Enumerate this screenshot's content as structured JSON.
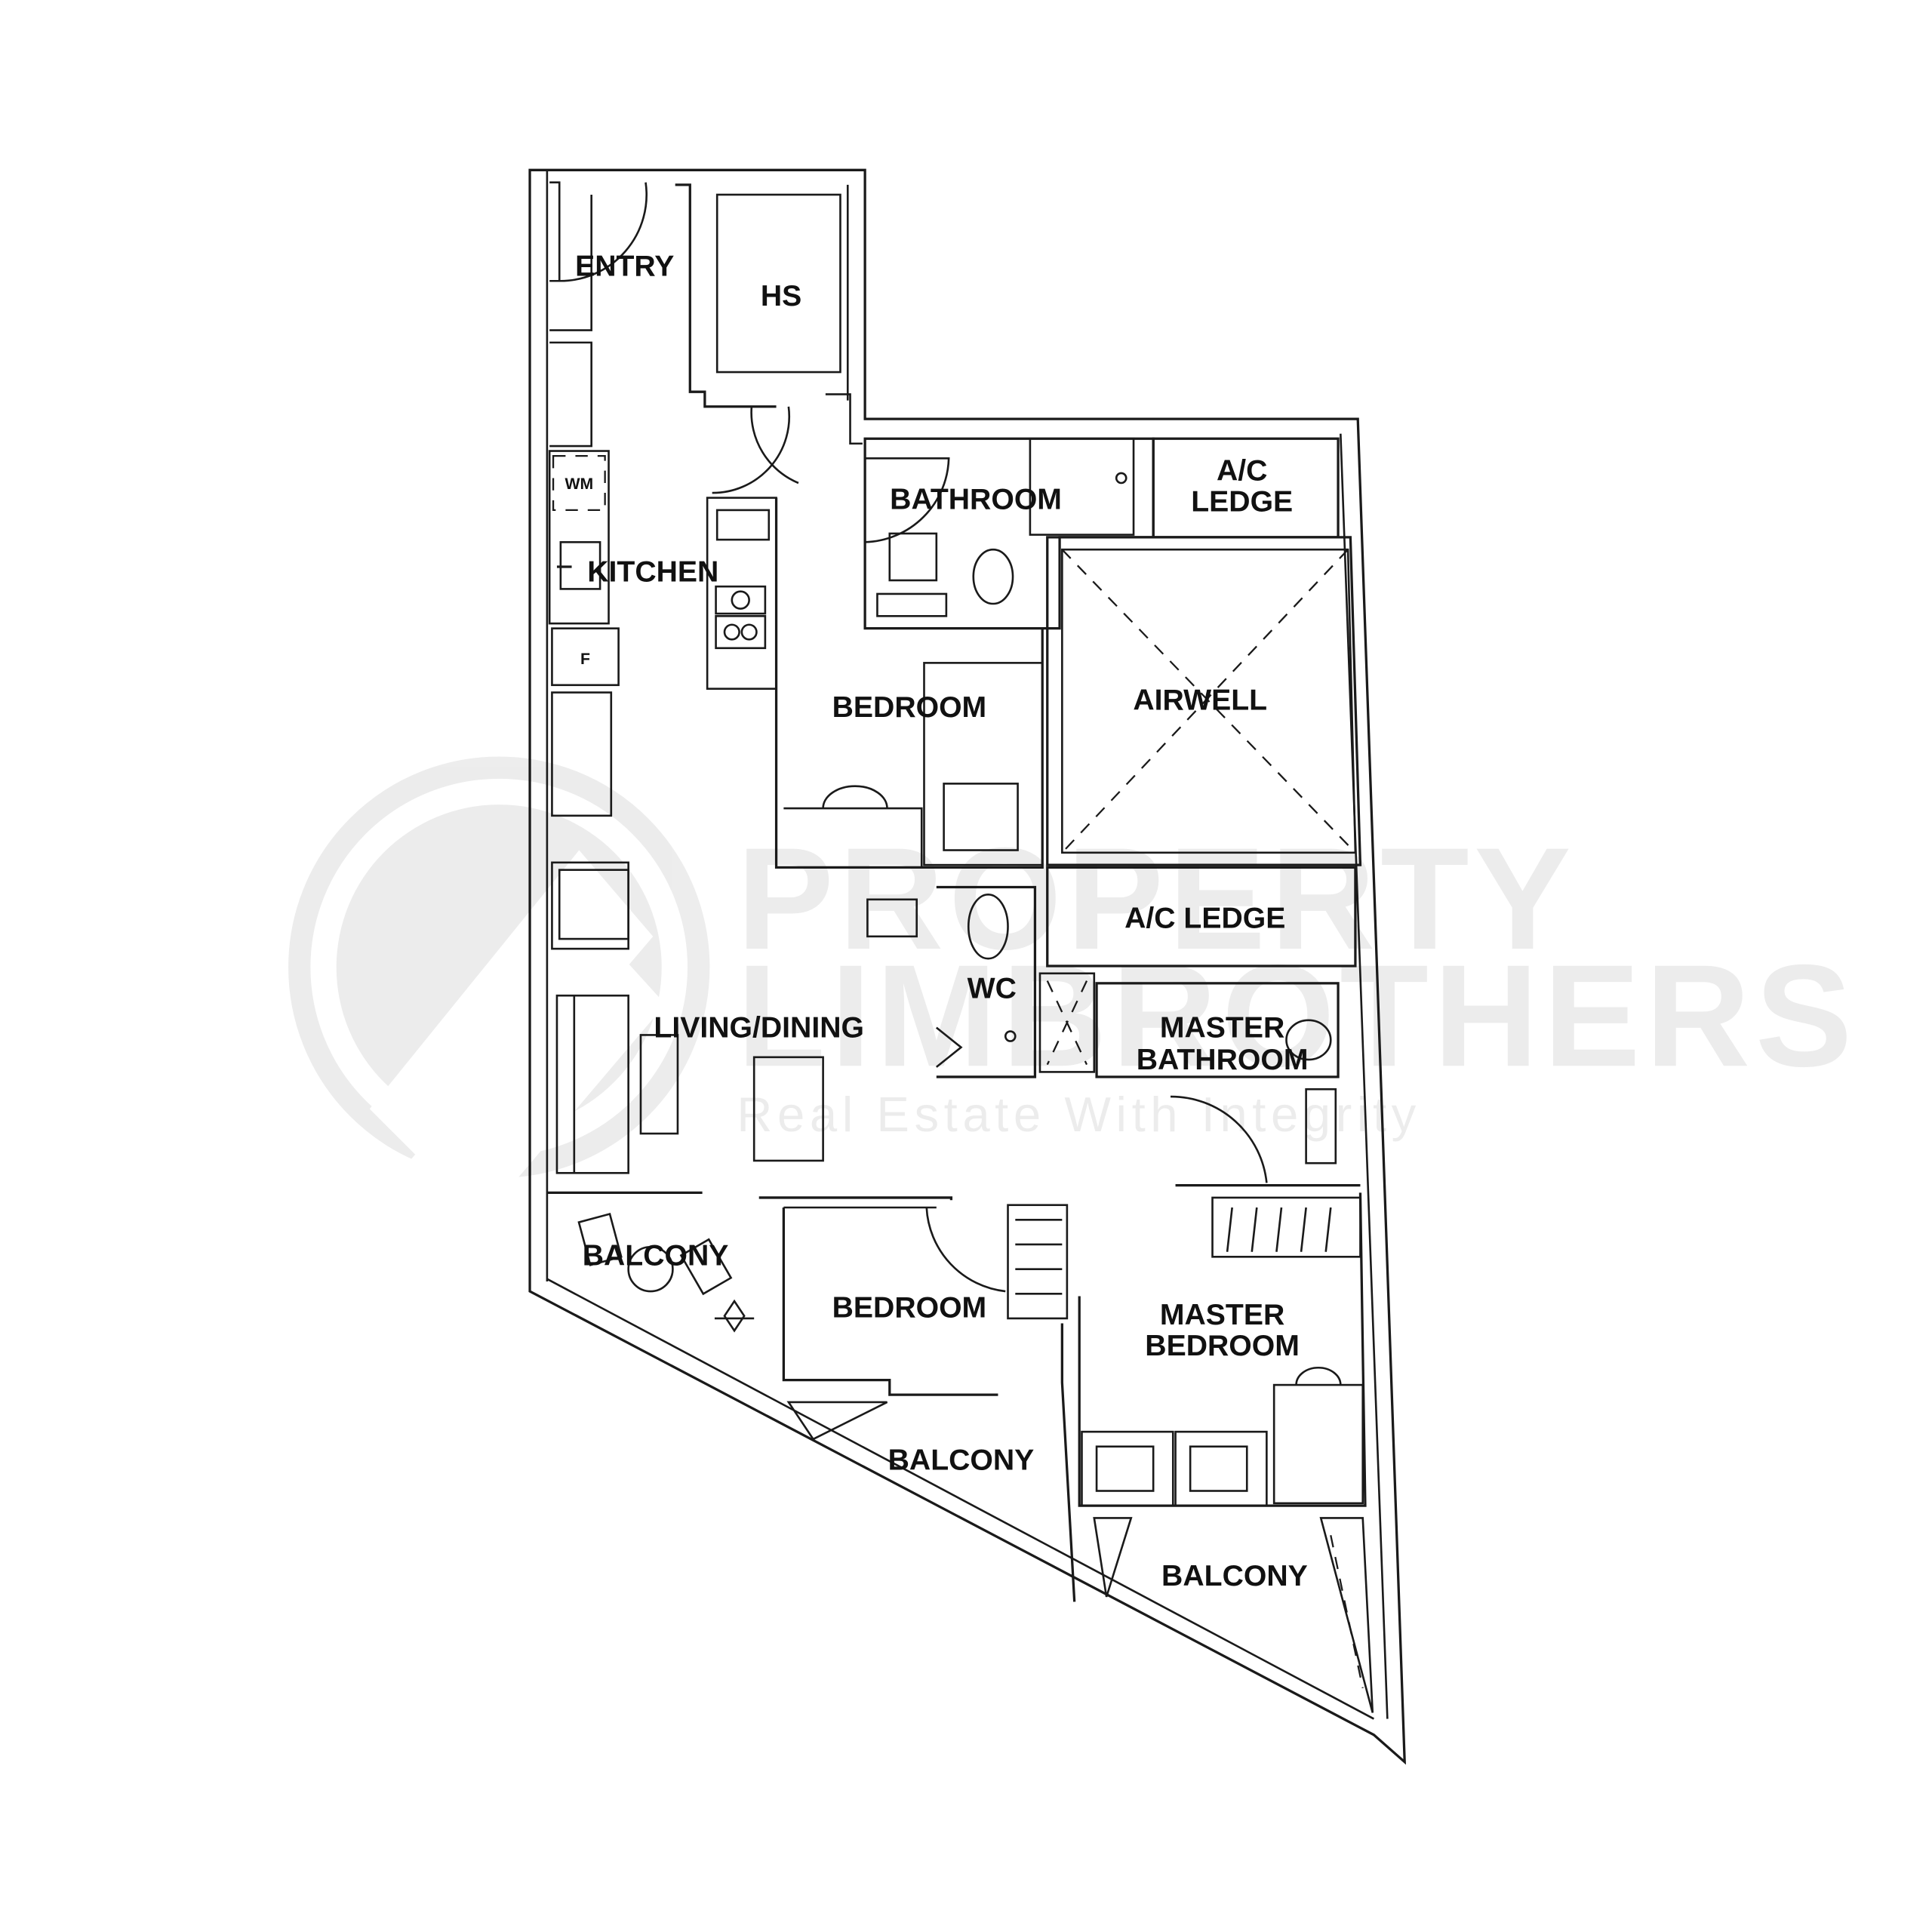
{
  "watermark": {
    "line1": "PROPERTY",
    "line2": "LIMBROTHERS",
    "tagline": "Real Estate With Integrity",
    "color": "#000000",
    "opacity": 0.07
  },
  "rooms": {
    "entry": "ENTRY",
    "hs": "HS",
    "kitchen": "KITCHEN",
    "bathroom": "BATHROOM",
    "ac_ledge_top_1": "A/C",
    "ac_ledge_top_2": "LEDGE",
    "airwell": "AIRWELL",
    "bedroom_1": "BEDROOM",
    "ac_ledge_mid": "A/C LEDGE",
    "wc": "WC",
    "living_dining": "LIVING/DINING",
    "master_bathroom_1": "MASTER",
    "master_bathroom_2": "BATHROOM",
    "balcony_living": "BALCONY",
    "bedroom_2": "BEDROOM",
    "master_bedroom_1": "MASTER",
    "master_bedroom_2": "BEDROOM",
    "balcony_bedroom": "BALCONY",
    "balcony_master": "BALCONY"
  },
  "fixtures": {
    "washing_machine": "WM",
    "fridge": "F"
  },
  "colors": {
    "line": "#1a1a1a",
    "background": "#ffffff",
    "text": "#111111"
  }
}
